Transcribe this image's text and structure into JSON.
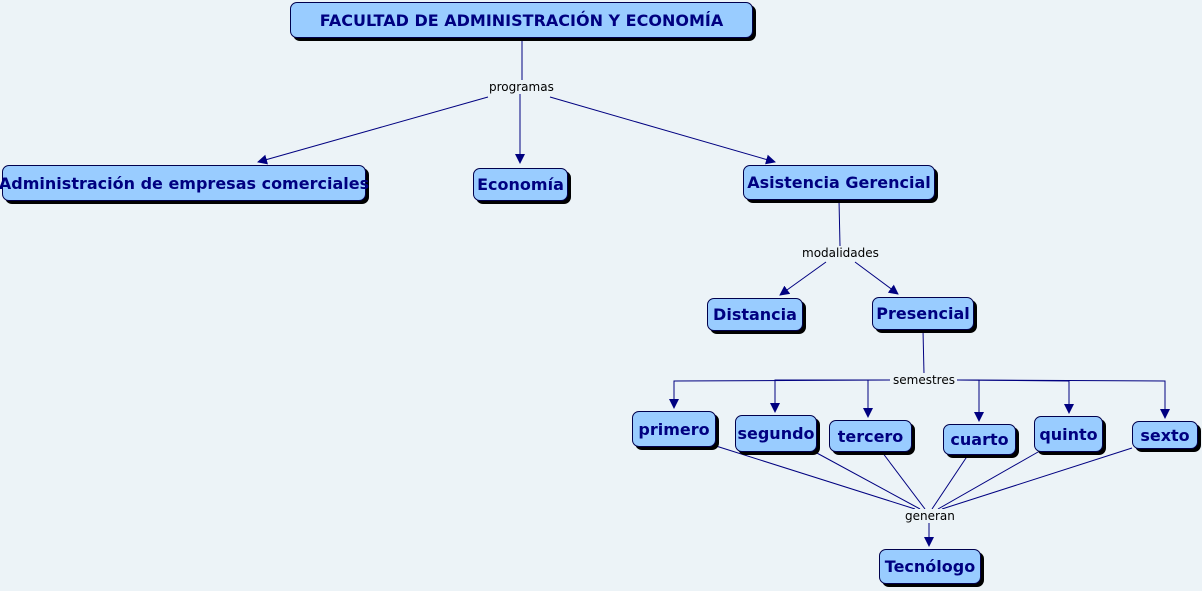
{
  "concepts": {
    "root": "FACULTAD DE ADMINISTRACIÓN Y ECONOMÍA",
    "admin": "Administración de empresas comerciales",
    "economia": "Economía",
    "asistencia": "Asistencia Gerencial",
    "distancia": "Distancia",
    "presencial": "Presencial",
    "primero": "primero",
    "segundo": "segundo",
    "tercero": "tercero",
    "cuarto": "cuarto",
    "quinto": "quinto",
    "sexto": "sexto",
    "tecnologo": "Tecnólogo"
  },
  "links": {
    "programas": "programas",
    "modalidades": "modalidades",
    "semestres": "semestres",
    "generan": "generan"
  },
  "colors": {
    "background": "#ecf3f7",
    "node_fill": "#99ccff",
    "node_text": "#000080",
    "line": "#000080"
  }
}
